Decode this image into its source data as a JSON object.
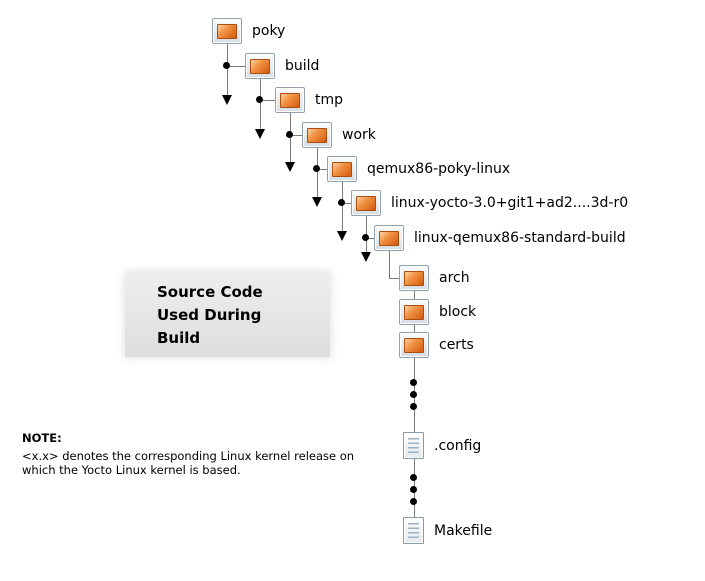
{
  "diagram": {
    "nodes": [
      {
        "label": "poky",
        "type": "folder"
      },
      {
        "label": "build",
        "type": "folder"
      },
      {
        "label": "tmp",
        "type": "folder"
      },
      {
        "label": "work",
        "type": "folder"
      },
      {
        "label": "qemux86-poky-linux",
        "type": "folder"
      },
      {
        "label": "linux-yocto-3.0+git1+ad2....3d-r0",
        "type": "folder"
      },
      {
        "label": "linux-qemux86-standard-build",
        "type": "folder"
      },
      {
        "label": "arch",
        "type": "folder"
      },
      {
        "label": "block",
        "type": "folder"
      },
      {
        "label": "certs",
        "type": "folder"
      },
      {
        "label": ".config",
        "type": "file"
      },
      {
        "label": "Makefile",
        "type": "file"
      }
    ],
    "callout": {
      "lines": [
        "Source Code",
        "Used During",
        "Build"
      ]
    },
    "note": {
      "title": "NOTE:",
      "lines": [
        "<x.x> denotes the corresponding Linux kernel release on",
        "which the Yocto Linux kernel is based."
      ]
    },
    "icons": {
      "folder-icon": "framed orange folder square",
      "document-icon": "lined document sheet",
      "arrow-down-icon": "solid black triangle pointing down",
      "junction-dot": "solid black circle"
    },
    "colors": {
      "folder_orange": "#e07018",
      "icon_frame": "#93a1af",
      "connector_line": "#7a7a7a",
      "dot_black": "#000000",
      "callout_bg": "#e8e8e8",
      "background": "#ffffff"
    }
  }
}
